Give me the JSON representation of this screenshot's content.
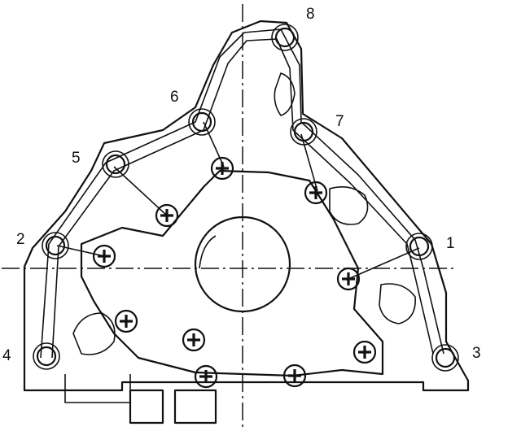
{
  "labels": [
    "1",
    "2",
    "3",
    "4",
    "5",
    "6",
    "7",
    "8"
  ],
  "icons": {
    "bolt_hole": "circle-hole-icon",
    "screw": "phillips-screw-icon"
  }
}
